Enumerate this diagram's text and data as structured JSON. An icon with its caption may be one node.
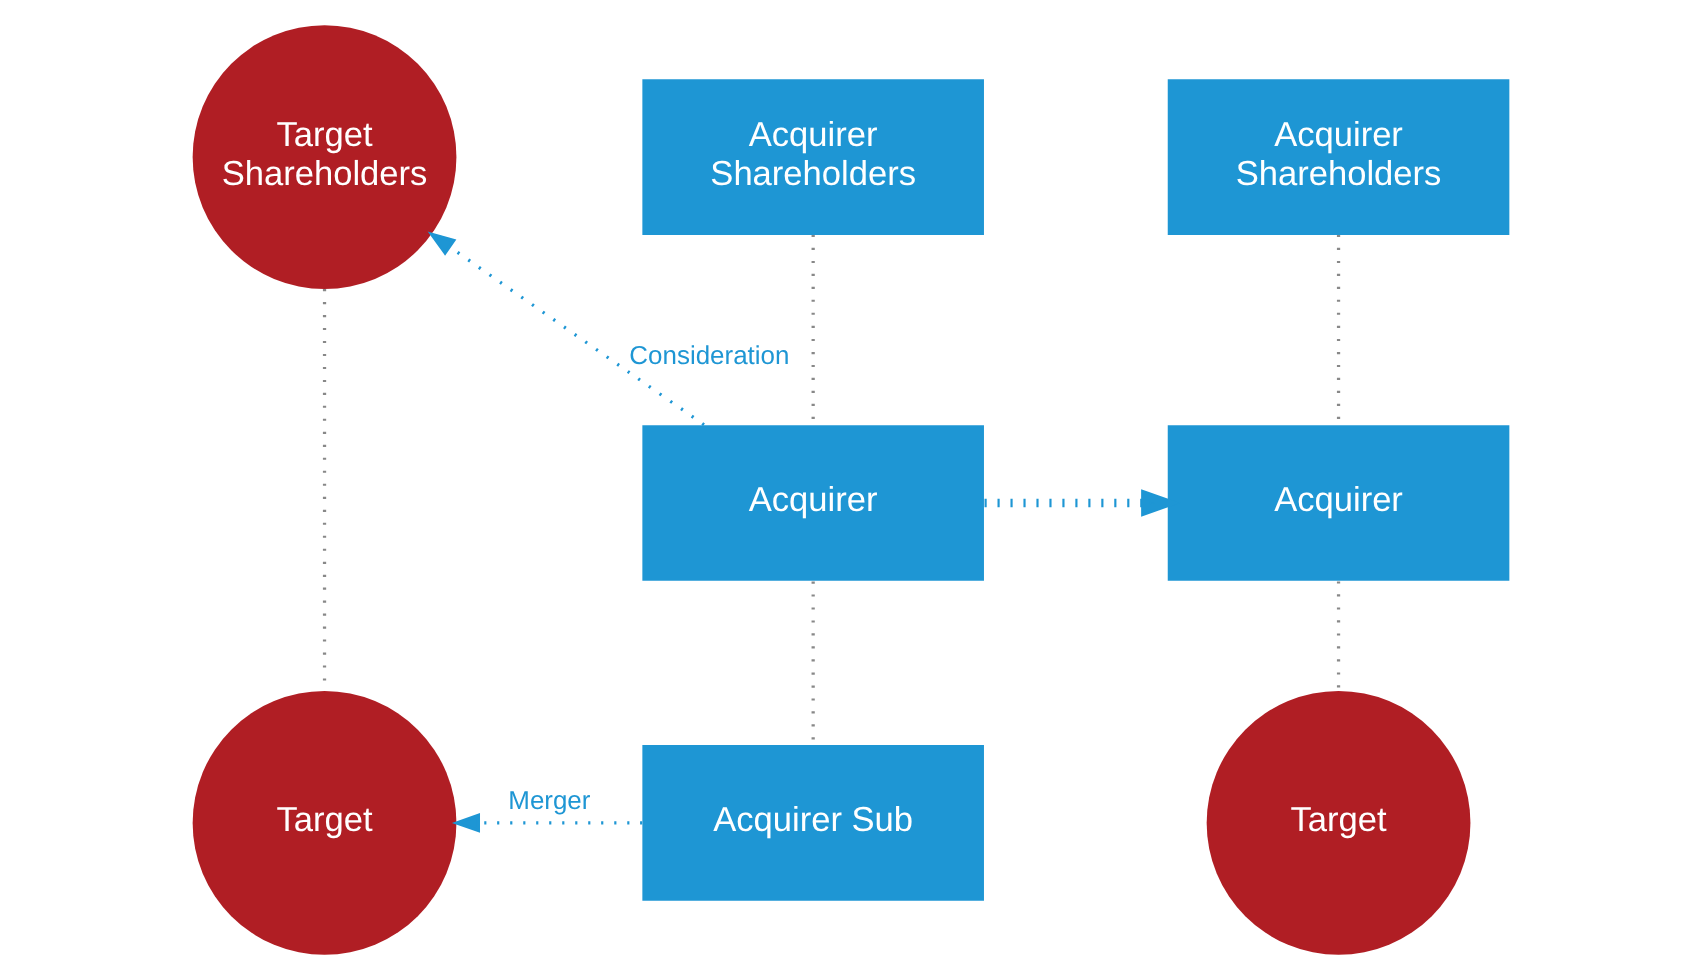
{
  "diagram": {
    "nodes": [
      {
        "text": [
          "Target Shareholders"
        ]
      },
      {
        "text": [
          "Acquirer Shareholders"
        ]
      },
      {
        "text": [
          "Acquirer Shareholders"
        ]
      },
      {
        "text": [
          "Acquirer"
        ]
      },
      {
        "text": [
          "Acquirer"
        ]
      },
      {
        "text": [
          "Target"
        ]
      },
      {
        "text": [
          "Acquirer Sub"
        ]
      },
      {
        "text": [
          "Target"
        ]
      }
    ],
    "edges": [
      {
        "from": 0,
        "to": 5,
        "arrow": "none",
        "style": "dashed"
      },
      {
        "from": 1,
        "to": 3,
        "arrow": "none",
        "style": "dashed"
      },
      {
        "from": 3,
        "to": 6,
        "arrow": "none",
        "style": "dashed"
      },
      {
        "from": 2,
        "to": 4,
        "arrow": "none",
        "style": "dashed"
      },
      {
        "from": 4,
        "to": 7,
        "arrow": "none",
        "style": "dashed"
      },
      {
        "from": 3,
        "to": 0,
        "arrow": "to",
        "label": "Consideration",
        "style": "dashed",
        "color": "#1e96d4"
      },
      {
        "from": 6,
        "to": 5,
        "arrow": "to",
        "label": "Merger",
        "style": "dashed",
        "color": "#1e96d4"
      },
      {
        "from": 3,
        "to": 4,
        "arrow": "to",
        "style": "dashed",
        "color": "#1e96d4"
      }
    ]
  }
}
